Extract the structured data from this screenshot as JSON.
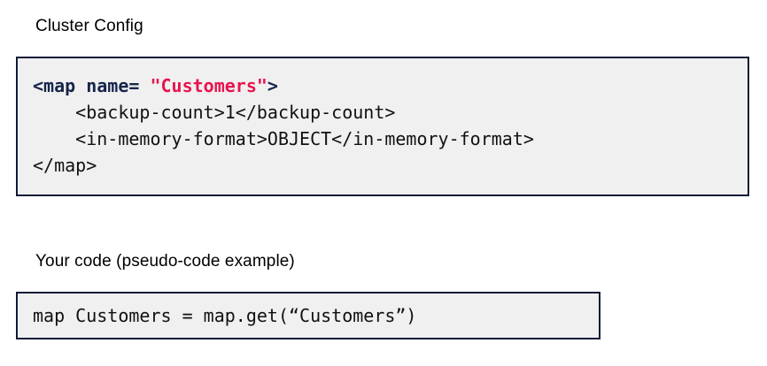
{
  "sections": [
    {
      "title": "Cluster Config",
      "code": {
        "language": "xml",
        "lines": [
          {
            "tokens": [
              {
                "type": "tag",
                "text": "<map name= "
              },
              {
                "type": "string",
                "text": "\"Customers\""
              },
              {
                "type": "tag",
                "text": ">"
              }
            ]
          },
          {
            "tokens": [
              {
                "type": "plain",
                "text": "    <backup-count>1</backup-count>"
              }
            ]
          },
          {
            "tokens": [
              {
                "type": "plain",
                "text": "    <in-memory-format>OBJECT</in-memory-format>"
              }
            ]
          },
          {
            "tokens": [
              {
                "type": "plain",
                "text": "</map>"
              }
            ]
          }
        ],
        "plain_text": "<map name= \"Customers\">\n    <backup-count>1</backup-count>\n    <in-memory-format>OBJECT</in-memory-format>\n</map>"
      }
    },
    {
      "title": "Your code (pseudo-code example)",
      "code": {
        "language": "pseudo",
        "lines": [
          {
            "tokens": [
              {
                "type": "plain",
                "text": "map Customers = map.get(“Customers”)"
              }
            ]
          }
        ],
        "plain_text": "map Customers = map.get(“Customers”)"
      }
    }
  ],
  "colors": {
    "page_background": "#ffffff",
    "code_background": "#f0f0f0",
    "code_border": "#0d1b38",
    "text": "#000000",
    "token_tag": "#15254a",
    "token_string": "#e8144e",
    "token_plain": "#111111"
  }
}
